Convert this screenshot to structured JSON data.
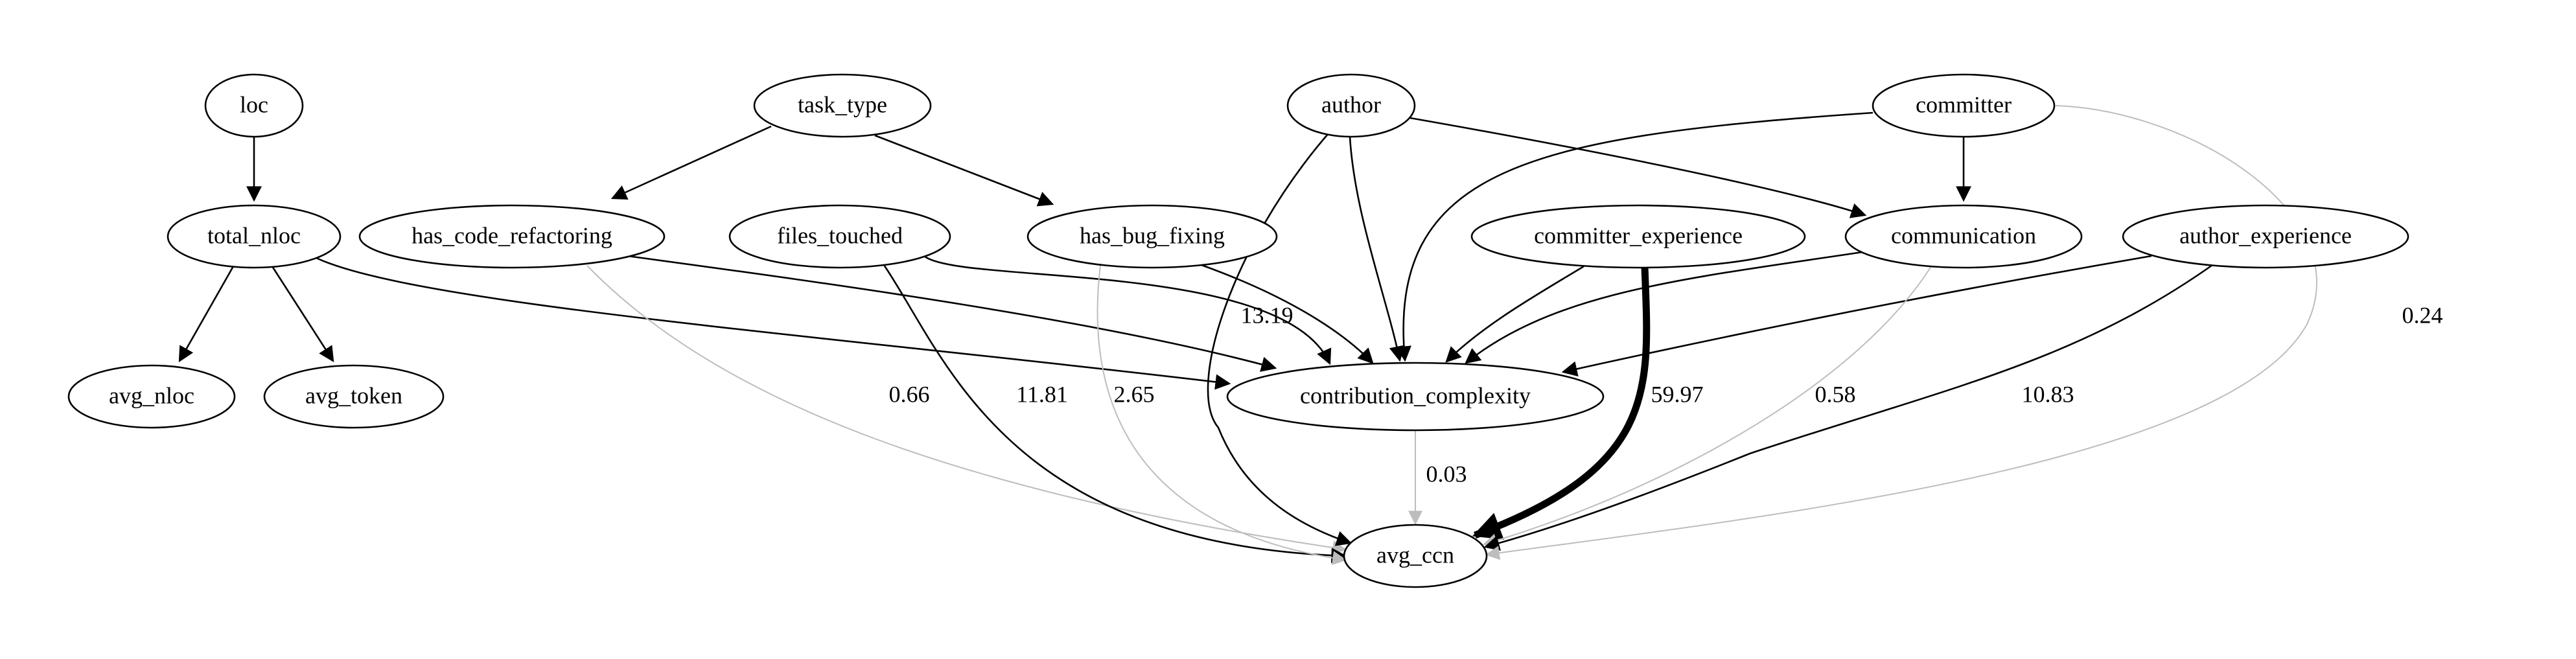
{
  "nodes": [
    {
      "id": "loc",
      "label": "loc"
    },
    {
      "id": "task_type",
      "label": "task_type"
    },
    {
      "id": "author",
      "label": "author"
    },
    {
      "id": "committer",
      "label": "committer"
    },
    {
      "id": "total_nloc",
      "label": "total_nloc"
    },
    {
      "id": "has_code_refactoring",
      "label": "has_code_refactoring"
    },
    {
      "id": "files_touched",
      "label": "files_touched"
    },
    {
      "id": "has_bug_fixing",
      "label": "has_bug_fixing"
    },
    {
      "id": "committer_experience",
      "label": "committer_experience"
    },
    {
      "id": "communication",
      "label": "communication"
    },
    {
      "id": "author_experience",
      "label": "author_experience"
    },
    {
      "id": "avg_nloc",
      "label": "avg_nloc"
    },
    {
      "id": "avg_token",
      "label": "avg_token"
    },
    {
      "id": "contribution_complexity",
      "label": "contribution_complexity"
    },
    {
      "id": "avg_ccn",
      "label": "avg_ccn"
    }
  ],
  "edges": [
    {
      "from": "loc",
      "to": "total_nloc",
      "weight": "",
      "style": "normal"
    },
    {
      "from": "total_nloc",
      "to": "avg_nloc",
      "weight": "",
      "style": "normal"
    },
    {
      "from": "total_nloc",
      "to": "avg_token",
      "weight": "",
      "style": "normal"
    },
    {
      "from": "total_nloc",
      "to": "contribution_complexity",
      "weight": "",
      "style": "normal"
    },
    {
      "from": "task_type",
      "to": "has_code_refactoring",
      "weight": "",
      "style": "normal"
    },
    {
      "from": "task_type",
      "to": "has_bug_fixing",
      "weight": "",
      "style": "normal"
    },
    {
      "from": "has_code_refactoring",
      "to": "contribution_complexity",
      "weight": "",
      "style": "normal"
    },
    {
      "from": "files_touched",
      "to": "contribution_complexity",
      "weight": "",
      "style": "normal"
    },
    {
      "from": "has_bug_fixing",
      "to": "contribution_complexity",
      "weight": "",
      "style": "normal"
    },
    {
      "from": "author",
      "to": "contribution_complexity",
      "weight": "",
      "style": "normal"
    },
    {
      "from": "author",
      "to": "communication",
      "weight": "",
      "style": "normal"
    },
    {
      "from": "committer",
      "to": "communication",
      "weight": "",
      "style": "normal"
    },
    {
      "from": "committer",
      "to": "contribution_complexity",
      "weight": "",
      "style": "normal"
    },
    {
      "from": "committer_experience",
      "to": "contribution_complexity",
      "weight": "",
      "style": "normal"
    },
    {
      "from": "communication",
      "to": "contribution_complexity",
      "weight": "",
      "style": "normal"
    },
    {
      "from": "author_experience",
      "to": "contribution_complexity",
      "weight": "",
      "style": "normal"
    },
    {
      "from": "has_code_refactoring",
      "to": "avg_ccn",
      "weight": "0.66",
      "style": "faint"
    },
    {
      "from": "files_touched",
      "to": "avg_ccn",
      "weight": "11.81",
      "style": "normal"
    },
    {
      "from": "has_bug_fixing",
      "to": "avg_ccn",
      "weight": "2.65",
      "style": "faint"
    },
    {
      "from": "author",
      "to": "avg_ccn",
      "weight": "13.19",
      "style": "normal"
    },
    {
      "from": "contribution_complexity",
      "to": "avg_ccn",
      "weight": "0.03",
      "style": "faint"
    },
    {
      "from": "committer_experience",
      "to": "avg_ccn",
      "weight": "59.97",
      "style": "bold"
    },
    {
      "from": "communication",
      "to": "avg_ccn",
      "weight": "0.58",
      "style": "faint"
    },
    {
      "from": "author_experience",
      "to": "avg_ccn",
      "weight": "10.83",
      "style": "normal"
    },
    {
      "from": "committer",
      "to": "avg_ccn",
      "weight": "0.24",
      "style": "faint"
    }
  ],
  "colors": {
    "edge_normal": "#000000",
    "edge_faint": "#bdbdbd",
    "node_border": "#000000",
    "background": "#ffffff"
  }
}
